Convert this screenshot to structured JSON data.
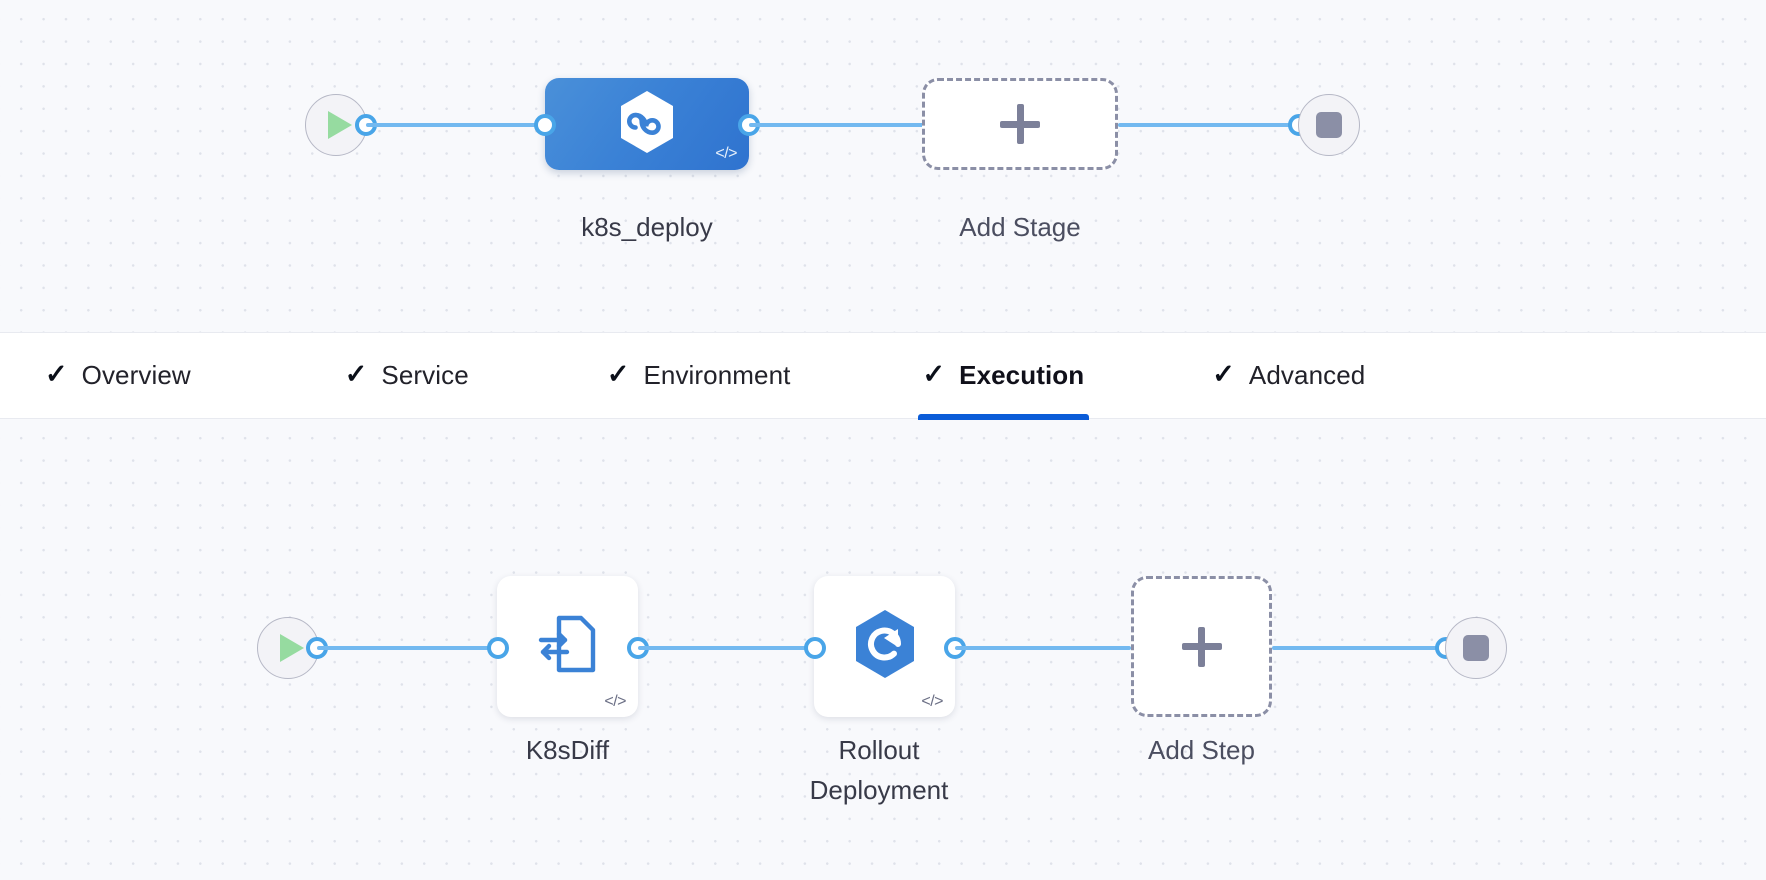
{
  "stage_canvas": {
    "start_node": {
      "icon": "play-icon",
      "name": "pipeline-start"
    },
    "end_node": {
      "icon": "stop-icon",
      "name": "pipeline-end"
    },
    "stages": [
      {
        "label": "k8s_deploy",
        "icon": "kubernetes-hexagon-icon",
        "badge": "</>",
        "selected": true
      }
    ],
    "add_stage": {
      "label": "Add Stage",
      "icon": "plus-icon"
    }
  },
  "tabs": [
    {
      "label": "Overview",
      "check": "✓",
      "active": false
    },
    {
      "label": "Service",
      "check": "✓",
      "active": false
    },
    {
      "label": "Environment",
      "check": "✓",
      "active": false
    },
    {
      "label": "Execution",
      "check": "✓",
      "active": true
    },
    {
      "label": "Advanced",
      "check": "✓",
      "active": false
    }
  ],
  "step_canvas": {
    "start_node": {
      "icon": "play-icon",
      "name": "execution-start"
    },
    "end_node": {
      "icon": "stop-icon",
      "name": "execution-end"
    },
    "steps": [
      {
        "label": "K8sDiff",
        "icon": "k8s-diff-document-icon",
        "badge": "</>"
      },
      {
        "label": "Rollout\nDeployment",
        "icon": "rollout-deployment-hexagon-icon",
        "badge": "</>"
      }
    ],
    "add_step": {
      "label": "Add Step",
      "icon": "plus-icon"
    }
  },
  "colors": {
    "canvas_bg": "#f8f9fc",
    "grid_dot": "#dfe2ea",
    "edge": "#73b9f0",
    "port_ring": "#49a5e8",
    "stage_blue": "#3b82d6",
    "icon_blue": "#3b82d6",
    "active_tab_underline": "#0b5cd8",
    "dashed_border": "#8b8fa6",
    "play_green": "#96dba0",
    "stop_gray": "#8b8fa6"
  }
}
